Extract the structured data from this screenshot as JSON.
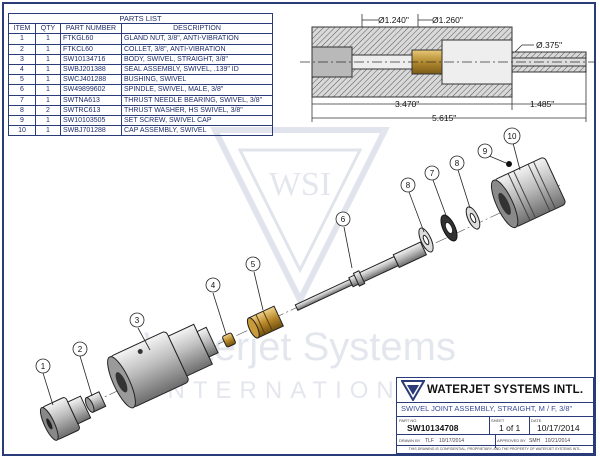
{
  "parts_list": {
    "title": "PARTS LIST",
    "headers": [
      "ITEM",
      "QTY",
      "PART NUMBER",
      "DESCRIPTION"
    ],
    "rows": [
      [
        "1",
        "1",
        "FTKGL60",
        "GLAND NUT, 3/8\", ANTI-VIBRATION"
      ],
      [
        "2",
        "1",
        "FTKCL60",
        "COLLET, 3/8\", ANTI-VIBRATION"
      ],
      [
        "3",
        "1",
        "SW10134716",
        "BODY, SWIVEL, STRAIGHT, 3/8\""
      ],
      [
        "4",
        "1",
        "SWBJ201388",
        "SEAL ASSEMBLY, SWIVEL, .139\" ID"
      ],
      [
        "5",
        "1",
        "SWCJ401288",
        "BUSHING, SWIVEL"
      ],
      [
        "6",
        "1",
        "SW49899602",
        "SPINDLE, SWIVEL, MALE, 3/8\""
      ],
      [
        "7",
        "1",
        "SWTNA613",
        "THRUST NEEDLE BEARING, SWIVEL, 3/8\""
      ],
      [
        "8",
        "2",
        "SWTRC613",
        "THRUST WASHER, HS SWIVEL, 3/8\""
      ],
      [
        "9",
        "1",
        "SW10103505",
        "SET SCREW, SWIVEL CAP"
      ],
      [
        "10",
        "1",
        "SWBJ701288",
        "CAP ASSEMBLY, SWIVEL"
      ]
    ]
  },
  "dimensions": {
    "d1": "Ø1.240\"",
    "d2": "Ø1.260\"",
    "d3": "Ø.375\"",
    "l1": "3.470\"",
    "l2": "1.485\"",
    "l3": "5.615\""
  },
  "balloons": [
    "1",
    "2",
    "3",
    "4",
    "5",
    "6",
    "7",
    "8",
    "9",
    "10"
  ],
  "watermark": {
    "line1": "Waterjet Systems",
    "line2": "INTERNATIONAL",
    "logo_letters": "WSI"
  },
  "title_block": {
    "company": "WATERJET SYSTEMS INTL.",
    "description": "SWIVEL JOINT ASSEMBLY, STRAIGHT, M / F, 3/8\"",
    "part_label": "PART NO.",
    "part_number": "SW10134708",
    "sheet_label": "SHEET",
    "sheet": "1 of 1",
    "date_label": "DATE",
    "date": "10/17/2014",
    "drawn_label": "DRAWN BY",
    "drawn_by": "TLF",
    "drawn_date": "10/17/2014",
    "approved_label": "APPROVED BY",
    "approved_by": "SMH",
    "approved_date": "10/21/2014",
    "confidential": "THIS DRAWING IS CONFIDENTIAL, PROPRIETARY, AND THE PROPERTY OF WATERJET SYSTEMS INTL."
  }
}
